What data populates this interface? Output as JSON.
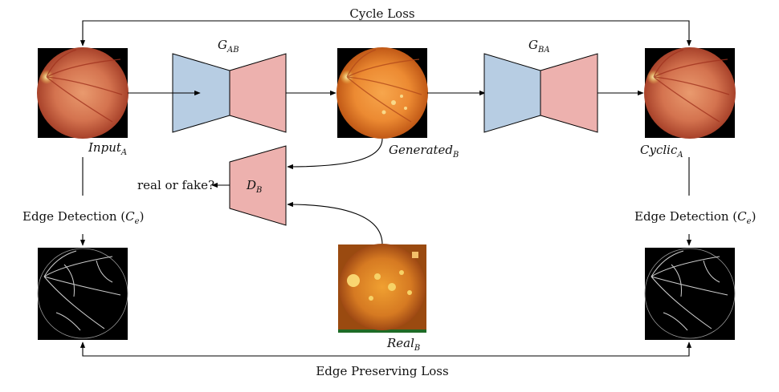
{
  "labels": {
    "cycle_loss": "Cycle Loss",
    "edge_preserving_loss": "Edge Preserving Loss",
    "edge_detection_left": "Edge Detection (",
    "edge_detection_right": "Edge Detection (",
    "edge_c": "C",
    "edge_c_sub": "e",
    "edge_close": ")",
    "real_or_fake": "real or fake?"
  },
  "math": {
    "g_ab": {
      "base": "G",
      "sub": "AB"
    },
    "g_ba": {
      "base": "G",
      "sub": "BA"
    },
    "d_b": {
      "base": "D",
      "sub": "B"
    },
    "input_a": {
      "base": "Input",
      "sub": "A"
    },
    "generated_b": {
      "base": "Generated",
      "sub": "B"
    },
    "cyclic_a": {
      "base": "Cyclic",
      "sub": "A"
    },
    "real_b": {
      "base": "Real",
      "sub": "B"
    }
  },
  "colors": {
    "encoder": "#b7cde3",
    "decoder": "#edb1ae",
    "fundus_center": "#f29a45",
    "fundus_edge": "#9b3a14",
    "edge_bg": "#000000",
    "edge_vessel": "#cfcfcf"
  }
}
